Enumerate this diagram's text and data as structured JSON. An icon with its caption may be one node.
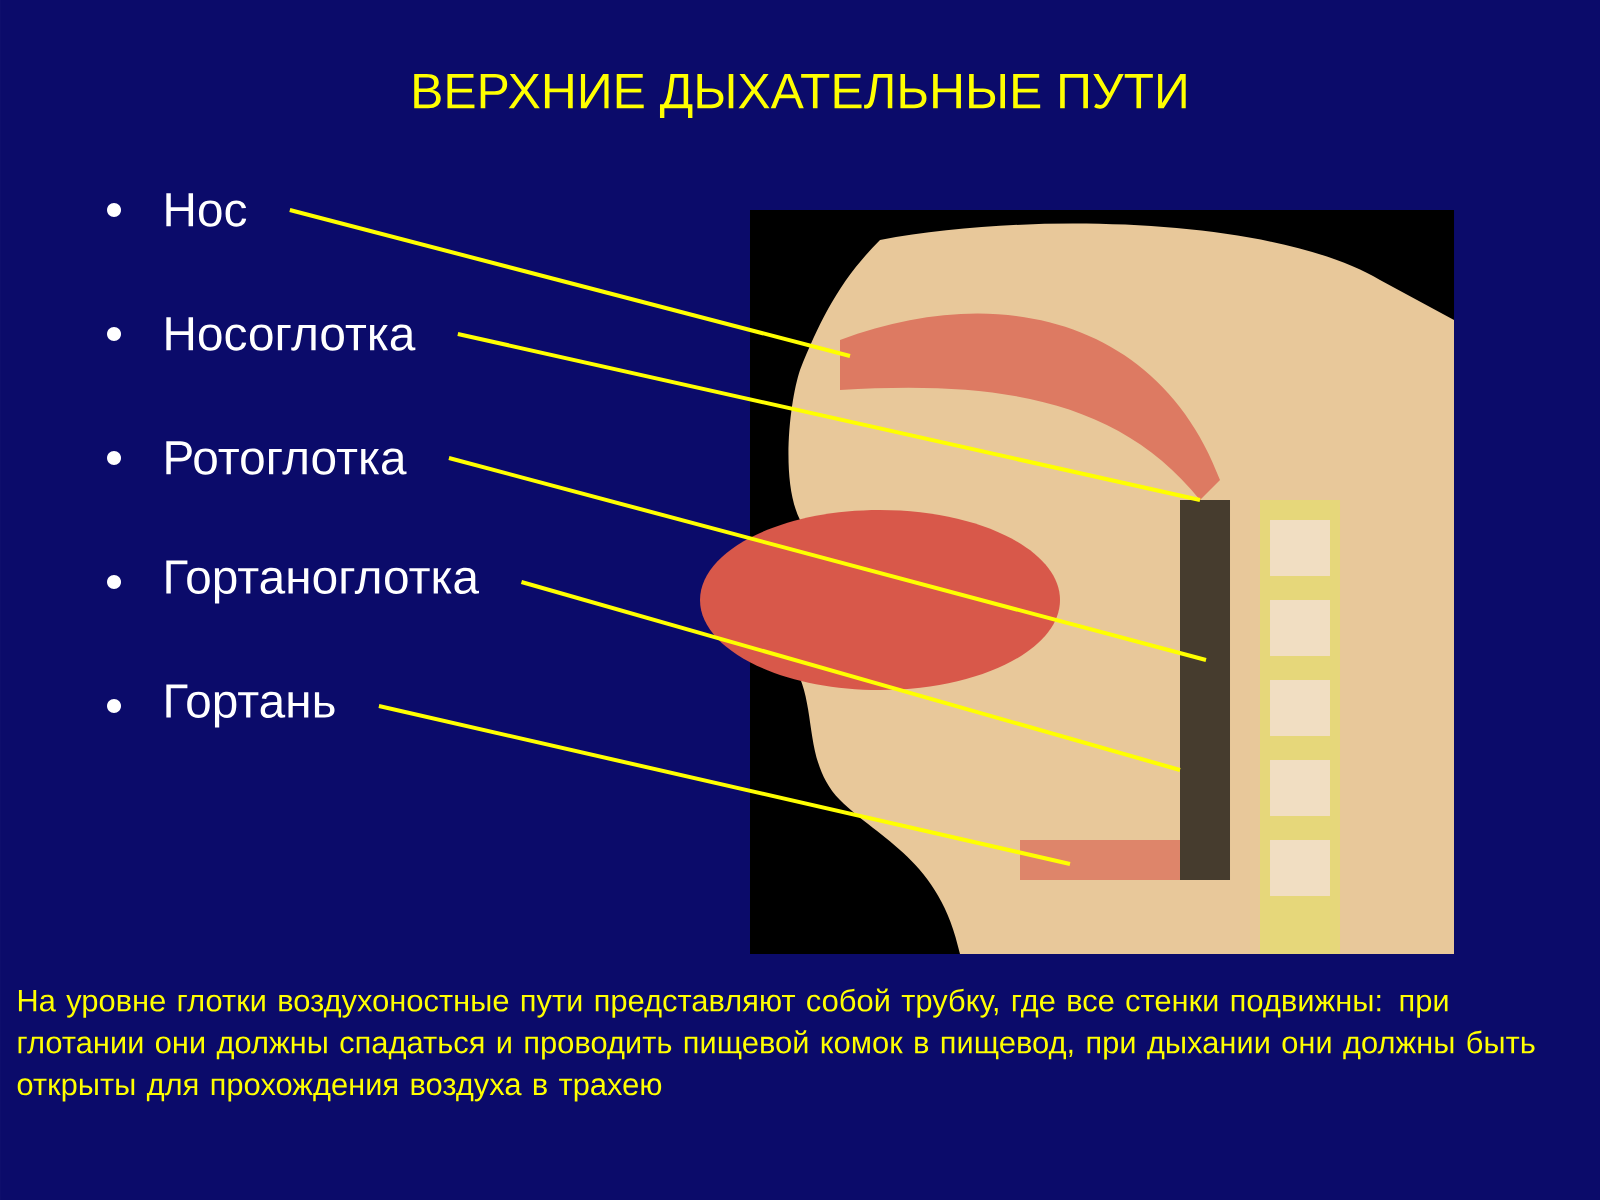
{
  "diagram": {
    "title": "ВЕРХНИЕ ДЫХАТЕЛЬНЫЕ ПУТИ",
    "nodes": [
      {
        "text": [
          "Нос"
        ]
      },
      {
        "text": [
          "Носоглотка"
        ]
      },
      {
        "text": [
          "Ротоглотка"
        ]
      },
      {
        "text": [
          "Гортаноглотка"
        ]
      },
      {
        "text": [
          "Гортань"
        ]
      }
    ],
    "edges": [
      {
        "from": 0,
        "to": null,
        "arrow": "none"
      },
      {
        "from": 1,
        "to": null,
        "arrow": "none"
      },
      {
        "from": 2,
        "to": null,
        "arrow": "none"
      },
      {
        "from": 3,
        "to": null,
        "arrow": "none"
      },
      {
        "from": 4,
        "to": null,
        "arrow": "none"
      }
    ],
    "caption": "На уровне глотки воздухоностные пути представляют собой трубку, где все стенки подвижны: при глотании они должны спадаться и проводить пищевой комок в пищевод, при дыхании они должны быть открыты для прохождения воздуха в трахею"
  }
}
